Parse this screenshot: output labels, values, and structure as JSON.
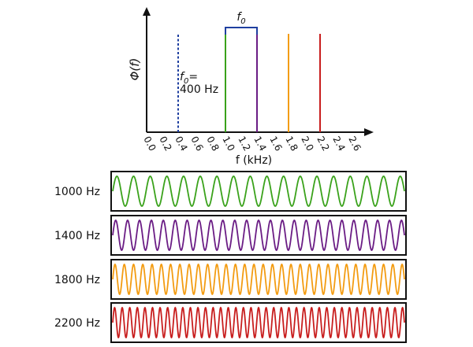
{
  "chart_data": [
    {
      "type": "spectrum",
      "ylabel": "Φ(f)",
      "xlabel": "f (kHz)",
      "xlim": [
        0,
        2.8
      ],
      "xticks": [
        "0.0",
        "0.2",
        "0.4",
        "0.6",
        "0.8",
        "1.0",
        "1.2",
        "1.4",
        "1.6",
        "1.8",
        "2.0",
        "2.2",
        "2.4",
        "2.6"
      ],
      "xtick_values": [
        0.0,
        0.2,
        0.4,
        0.6,
        0.8,
        1.0,
        1.2,
        1.4,
        1.6,
        1.8,
        2.0,
        2.2,
        2.4,
        2.6
      ],
      "fundamental": {
        "x": 0.4,
        "style": "dashed",
        "color": "#1f3fa0",
        "label_symbol": "f",
        "label_sub": "0",
        "label_eq": "=",
        "label_value": "400 Hz"
      },
      "lines": [
        {
          "x": 1.0,
          "color": "#3aa21b"
        },
        {
          "x": 1.4,
          "color": "#6b1d85"
        },
        {
          "x": 1.8,
          "color": "#f39c12"
        },
        {
          "x": 2.2,
          "color": "#c81e1e"
        }
      ],
      "bracket": {
        "from": 1.0,
        "to": 1.4,
        "color": "#1f3fa0",
        "label_symbol": "f",
        "label_sub": "0"
      }
    },
    {
      "type": "waveforms",
      "panels": [
        {
          "label": "1000 Hz",
          "frequency": 1000,
          "color": "#3aa21b"
        },
        {
          "label": "1400 Hz",
          "frequency": 1400,
          "color": "#6b1d85"
        },
        {
          "label": "1800 Hz",
          "frequency": 1800,
          "color": "#f39c12"
        },
        {
          "label": "2200 Hz",
          "frequency": 2200,
          "color": "#c81e1e"
        }
      ]
    }
  ]
}
